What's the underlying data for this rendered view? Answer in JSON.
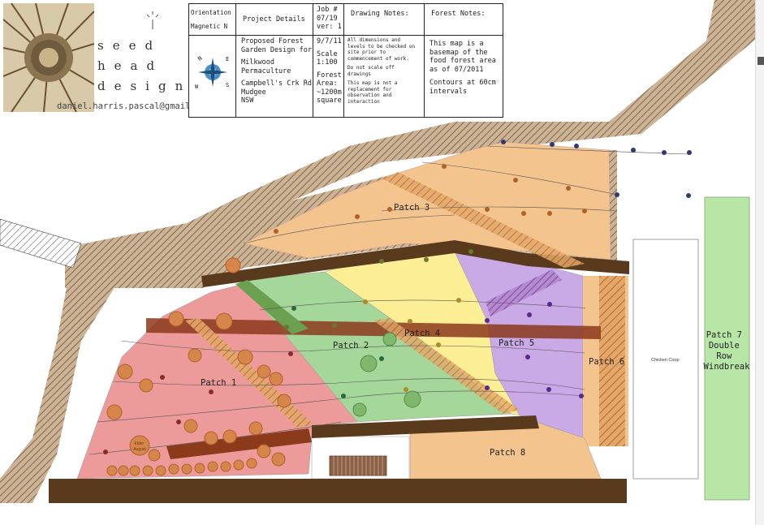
{
  "logo": {
    "row1": "seed",
    "row2": "head",
    "row3": "design",
    "email": "daniel.harris.pascal@gmail.com"
  },
  "title_block": {
    "orientation": "Orientation",
    "magnetic": "Magnetic N",
    "project_details": "Project Details",
    "project_text": [
      "Proposed Forest",
      "Garden Design for",
      "",
      "Milkwood",
      "Permaculture",
      "",
      "Campbell's Crk Rd",
      "Mudgee",
      "NSW"
    ],
    "job_header": [
      "Job #",
      "07/19",
      "ver: 1"
    ],
    "job_text": [
      "9/7/11",
      "",
      "Scale",
      "1:100",
      "",
      "Forest",
      "Area:",
      "~1200m",
      "square"
    ],
    "drawing_notes": "Drawing Notes:",
    "drawing_text": [
      "All dimensions and",
      "levels to be checked on",
      "site prior to",
      "commencement of work.",
      "",
      "Do not scale off",
      "drawings",
      "",
      "This map is not a",
      "replacement for",
      "observation and",
      "interaction"
    ],
    "forest_notes": "Forest Notes:",
    "forest_text": [
      "This map is a",
      "basemap of the",
      "food forest area",
      "as of 07/2011",
      "",
      "Contours at 60cm",
      "intervals"
    ]
  },
  "patches": {
    "p1": "Patch 1",
    "p2": "Patch 2",
    "p3": "Patch 3",
    "p4": "Patch 4",
    "p5": "Patch 5",
    "p6": "Patch 6",
    "p7": [
      "Patch 7",
      "Double",
      "Row",
      "Windbreak"
    ],
    "p8": "Patch 8",
    "coop": "Chicken Coop",
    "elder": [
      "Elder",
      "August"
    ]
  },
  "colors": {
    "patch1": "#ec9a9a",
    "patch2": "#a6d79a",
    "patch3": "#f4c48f",
    "patch4": "#fbee94",
    "patch5": "#c9a9e6",
    "patch7": "#b8e6a6",
    "road": "#c9ae8e",
    "swale": "#7a3a14"
  }
}
